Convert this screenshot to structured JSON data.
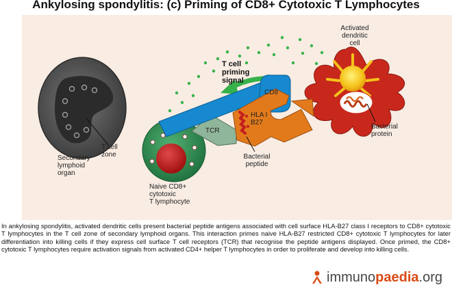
{
  "title": "Ankylosing spondylitis: (c) Priming of CD8+ Cytotoxic T Lymphocytes",
  "labels": {
    "activated_dc": "Activated\ndendritic\ncell",
    "t_cell_priming": "T cell\npriming\nsignal",
    "cd8": "CD8",
    "hla": "HLA I\nB27",
    "tcr": "TCR",
    "bacterial_protein": "Bacterial\nprotein",
    "bacterial_peptide": "Bacterial\npeptide",
    "naive": "Naive CD8+\ncytotoxic\nT lymphocyte",
    "t_cell_zone": "T cell\nzone",
    "lymphoid_organ": "Secondary\nlymphoid\norgan"
  },
  "caption": "In ankylosing spondylitis, activated dendritic cells present bacterial peptide antigens associated with cell surface  HLA-B27 class I receptors to CD8+ cytotoxic T lymphocytes in the T cell zone of secondary lymphoid organs. This interaction primes naive HLA-B27 restricted CD8+ cytotoxic T lymphocytes for later differentiation into killing cells if they express cell surface T cell receptors (TCR) that recognise the peptide antigens displayed. Once primed, the CD8+ cytotoxic T lymphocytes require activation signals from activated CD4+ helper T lymphocytes in order to proliferate and develop into killing cells.",
  "logo": {
    "part1": "immuno",
    "part2": "paedia",
    "part3": ".org"
  },
  "colors": {
    "panel_bg": "#f8ece3",
    "dendritic_cell": "#c8281c",
    "dc_nucleus": "#f5c21a",
    "t_cell": "#2f8b55",
    "t_cell_nucleus": "#c41e1e",
    "cd8": "#1689d0",
    "hla": "#e27a1c",
    "tcr": "#8fb59a",
    "signal": "#36b24a",
    "lymph_organ": "#555555",
    "logo_accent": "#d94a14"
  }
}
